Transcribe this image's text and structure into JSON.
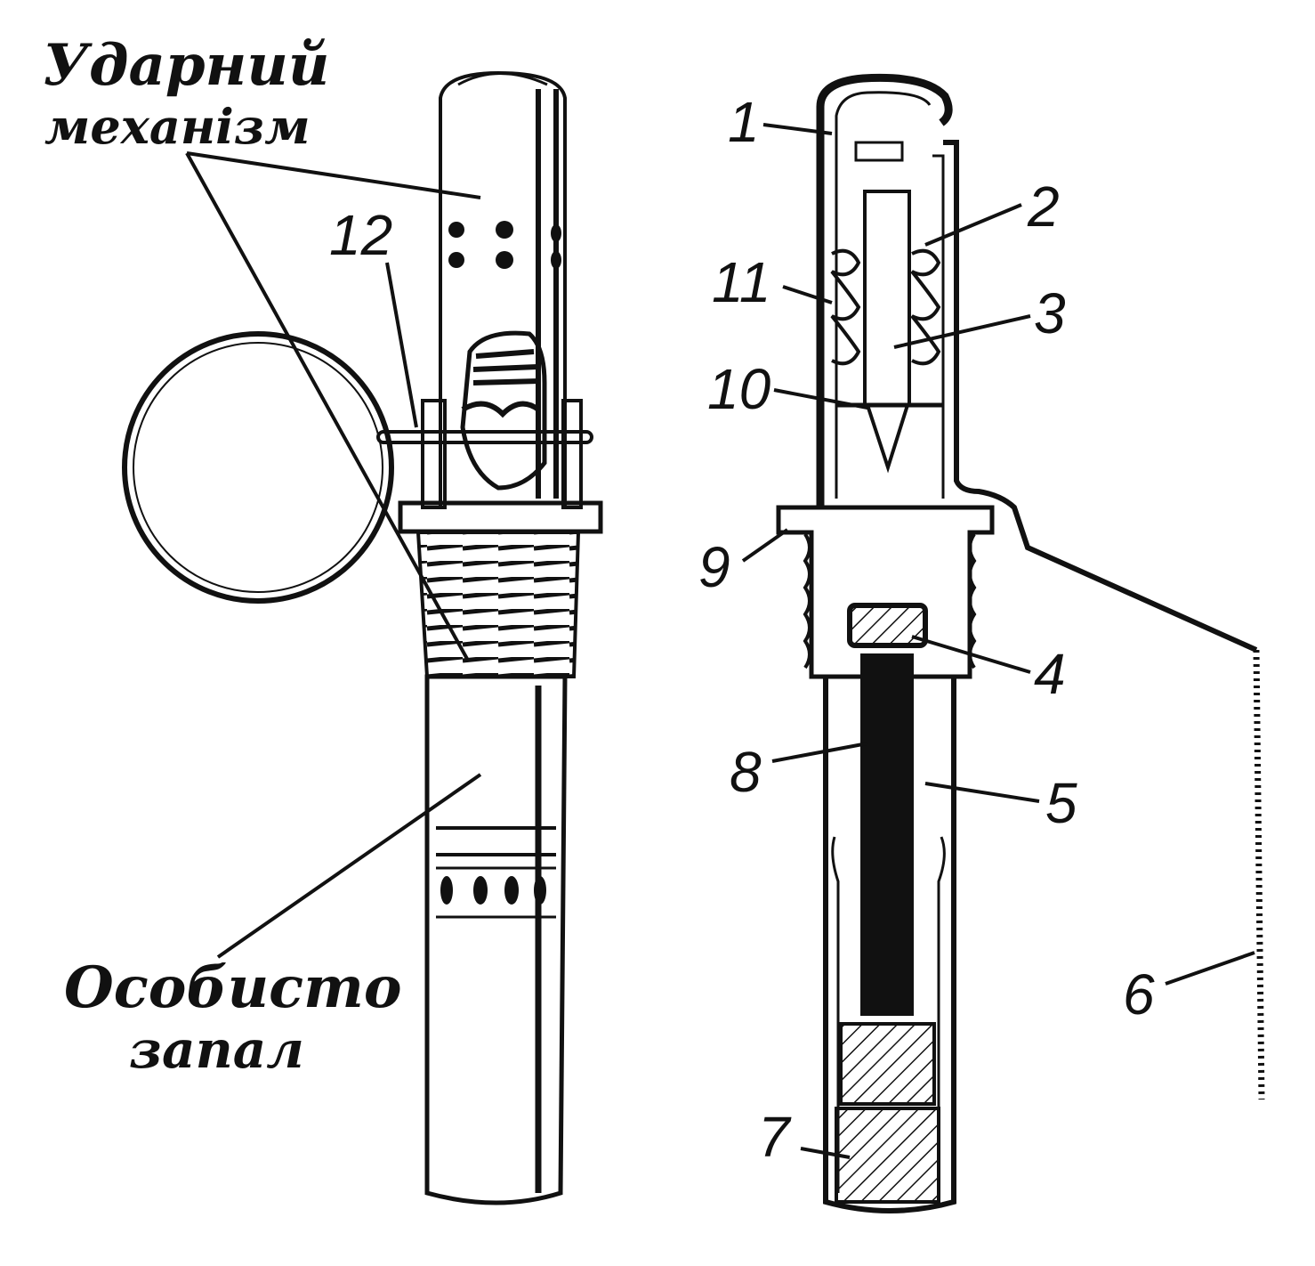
{
  "labels": {
    "striker_mechanism_line1": "Ударний",
    "striker_mechanism_line2": "механізм",
    "fuze_line1": "Особисто",
    "fuze_line2": "запал"
  },
  "callouts": [
    "1",
    "2",
    "3",
    "4",
    "5",
    "6",
    "7",
    "8",
    "9",
    "10",
    "11",
    "12"
  ],
  "colors": {
    "ink": "#111111",
    "paper": "#ffffff"
  }
}
